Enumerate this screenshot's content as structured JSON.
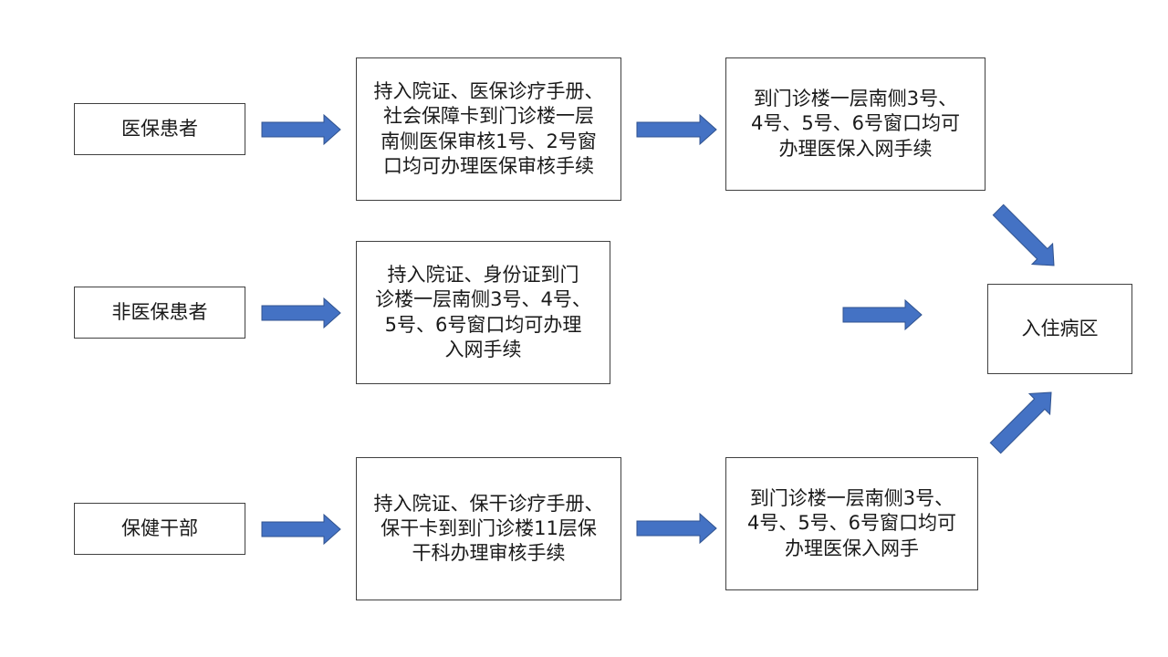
{
  "colors": {
    "arrow": "#4472C4",
    "arrow_stroke": "#2F528F",
    "border": "#404040"
  },
  "left": {
    "medical_insurance_patient": "医保患者",
    "non_insurance_patient": "非医保患者",
    "health_cadre": "保健干部"
  },
  "middle": {
    "row1": "持入院证、医保诊疗手册、\n社会保障卡到门诊楼一层\n南侧医保审核1号、2号窗\n口均可办理医保审核手续",
    "row2": "持入院证、身份证到门\n诊楼一层南侧3号、4号、\n5号、6号窗口均可办理\n入网手续",
    "row3": "持入院证、保干诊疗手册、\n保干卡到到门诊楼11层保\n干科办理审核手续"
  },
  "right": {
    "row1": "到门诊楼一层南侧3号、\n4号、5号、6号窗口均可\n办理医保入网手续",
    "row3": "到门诊楼一层南侧3号、\n4号、5号、6号窗口均可\n办理医保入网手"
  },
  "final": {
    "admission_ward": "入住病区"
  }
}
